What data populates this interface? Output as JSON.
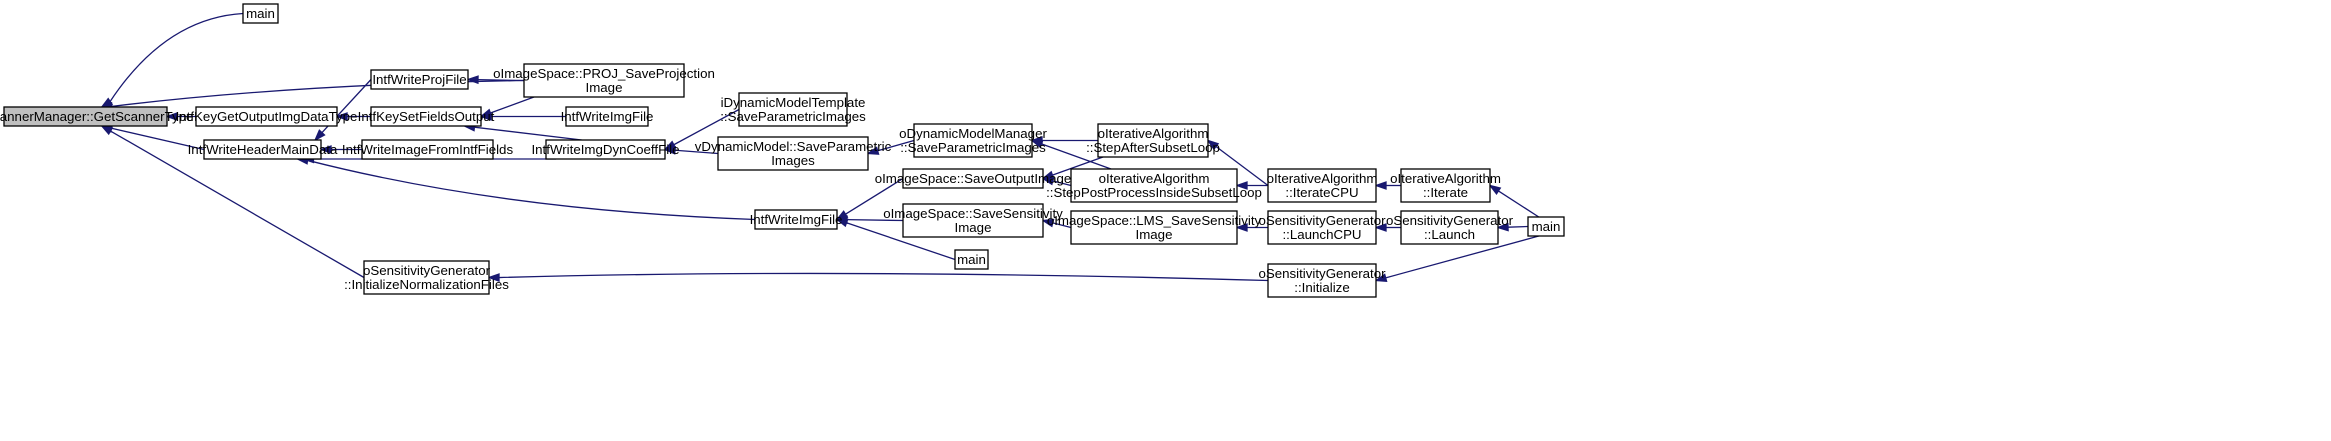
{
  "graph": {
    "edge_color": "#191970",
    "root_fill": "#bfbfbf",
    "node_fill": "#ffffff",
    "nodes": [
      {
        "id": "root",
        "lines": [
          "sScannerManager::GetScannerType"
        ]
      },
      {
        "id": "main_top",
        "lines": [
          "main"
        ]
      },
      {
        "id": "keygetoutput",
        "lines": [
          "IntfKeyGetOutputImgDataType"
        ]
      },
      {
        "id": "writeheader",
        "lines": [
          "IntfWriteHeaderMainData"
        ]
      },
      {
        "id": "sens_initnorm",
        "lines": [
          "oSensitivityGenerator",
          "::InitializeNormalizationFiles"
        ]
      },
      {
        "id": "writeprojfile",
        "lines": [
          "IntfWriteProjFile"
        ]
      },
      {
        "id": "keysetfields",
        "lines": [
          "IntfKeySetFieldsOutput"
        ]
      },
      {
        "id": "writeimagefromintf",
        "lines": [
          "IntfWriteImageFromIntfFields"
        ]
      },
      {
        "id": "proj_save",
        "lines": [
          "oImageSpace::PROJ_SaveProjection",
          "Image"
        ]
      },
      {
        "id": "writeimgfile_a",
        "lines": [
          "IntfWriteImgFile"
        ]
      },
      {
        "id": "writeimgdyn",
        "lines": [
          "IntfWriteImgDynCoeffFile"
        ]
      },
      {
        "id": "writeimgfile_b",
        "lines": [
          "IntfWriteImgFile"
        ]
      },
      {
        "id": "idyn_template",
        "lines": [
          "iDynamicModelTemplate",
          "::SaveParametricImages"
        ]
      },
      {
        "id": "vdyn_model",
        "lines": [
          "vDynamicModel::SaveParametric",
          "Images"
        ]
      },
      {
        "id": "odyn_manager",
        "lines": [
          "oDynamicModelManager",
          "::SaveParametricImages"
        ]
      },
      {
        "id": "save_output",
        "lines": [
          "oImageSpace::SaveOutputImage"
        ]
      },
      {
        "id": "save_sensitivity",
        "lines": [
          "oImageSpace::SaveSensitivity",
          "Image"
        ]
      },
      {
        "id": "main_mid",
        "lines": [
          "main"
        ]
      },
      {
        "id": "step_after",
        "lines": [
          "oIterativeAlgorithm",
          "::StepAfterSubsetLoop"
        ]
      },
      {
        "id": "step_post",
        "lines": [
          "oIterativeAlgorithm",
          "::StepPostProcessInsideSubsetLoop"
        ]
      },
      {
        "id": "lms_save",
        "lines": [
          "oImageSpace::LMS_SaveSensitivity",
          "Image"
        ]
      },
      {
        "id": "iterate_cpu",
        "lines": [
          "oIterativeAlgorithm",
          "::IterateCPU"
        ]
      },
      {
        "id": "launch_cpu",
        "lines": [
          "oSensitivityGenerator",
          "::LaunchCPU"
        ]
      },
      {
        "id": "sens_init",
        "lines": [
          "oSensitivityGenerator",
          "::Initialize"
        ]
      },
      {
        "id": "iterate",
        "lines": [
          "oIterativeAlgorithm",
          "::Iterate"
        ]
      },
      {
        "id": "launch",
        "lines": [
          "oSensitivityGenerator",
          "::Launch"
        ]
      },
      {
        "id": "main_right",
        "lines": [
          "main"
        ]
      }
    ],
    "edges": [
      {
        "from": "main_top",
        "to": "root"
      },
      {
        "from": "proj_save",
        "to": "root"
      },
      {
        "from": "keygetoutput",
        "to": "root"
      },
      {
        "from": "writeheader",
        "to": "root"
      },
      {
        "from": "sens_initnorm",
        "to": "root"
      },
      {
        "from": "keysetfields",
        "to": "keygetoutput"
      },
      {
        "from": "writeprojfile",
        "to": "writeheader"
      },
      {
        "from": "writeimagefromintf",
        "to": "writeheader"
      },
      {
        "from": "writeimgdyn",
        "to": "writeheader"
      },
      {
        "from": "writeimgfile_b",
        "to": "writeheader"
      },
      {
        "from": "proj_save",
        "to": "writeprojfile"
      },
      {
        "from": "proj_save",
        "to": "keysetfields"
      },
      {
        "from": "writeimgfile_a",
        "to": "keysetfields"
      },
      {
        "from": "writeimgdyn",
        "to": "keysetfields"
      },
      {
        "from": "idyn_template",
        "to": "writeimgdyn"
      },
      {
        "from": "vdyn_model",
        "to": "writeimgdyn"
      },
      {
        "from": "odyn_manager",
        "to": "vdyn_model"
      },
      {
        "from": "save_output",
        "to": "writeimgfile_b"
      },
      {
        "from": "save_sensitivity",
        "to": "writeimgfile_b"
      },
      {
        "from": "main_mid",
        "to": "writeimgfile_b"
      },
      {
        "from": "step_after",
        "to": "odyn_manager"
      },
      {
        "from": "step_post",
        "to": "odyn_manager"
      },
      {
        "from": "step_after",
        "to": "save_output"
      },
      {
        "from": "step_post",
        "to": "save_output"
      },
      {
        "from": "lms_save",
        "to": "save_sensitivity"
      },
      {
        "from": "iterate_cpu",
        "to": "step_after"
      },
      {
        "from": "iterate_cpu",
        "to": "step_post"
      },
      {
        "from": "launch_cpu",
        "to": "lms_save"
      },
      {
        "from": "iterate",
        "to": "iterate_cpu"
      },
      {
        "from": "launch",
        "to": "launch_cpu"
      },
      {
        "from": "sens_init",
        "to": "sens_initnorm"
      },
      {
        "from": "main_right",
        "to": "iterate"
      },
      {
        "from": "main_right",
        "to": "launch"
      },
      {
        "from": "main_right",
        "to": "sens_init"
      }
    ]
  }
}
